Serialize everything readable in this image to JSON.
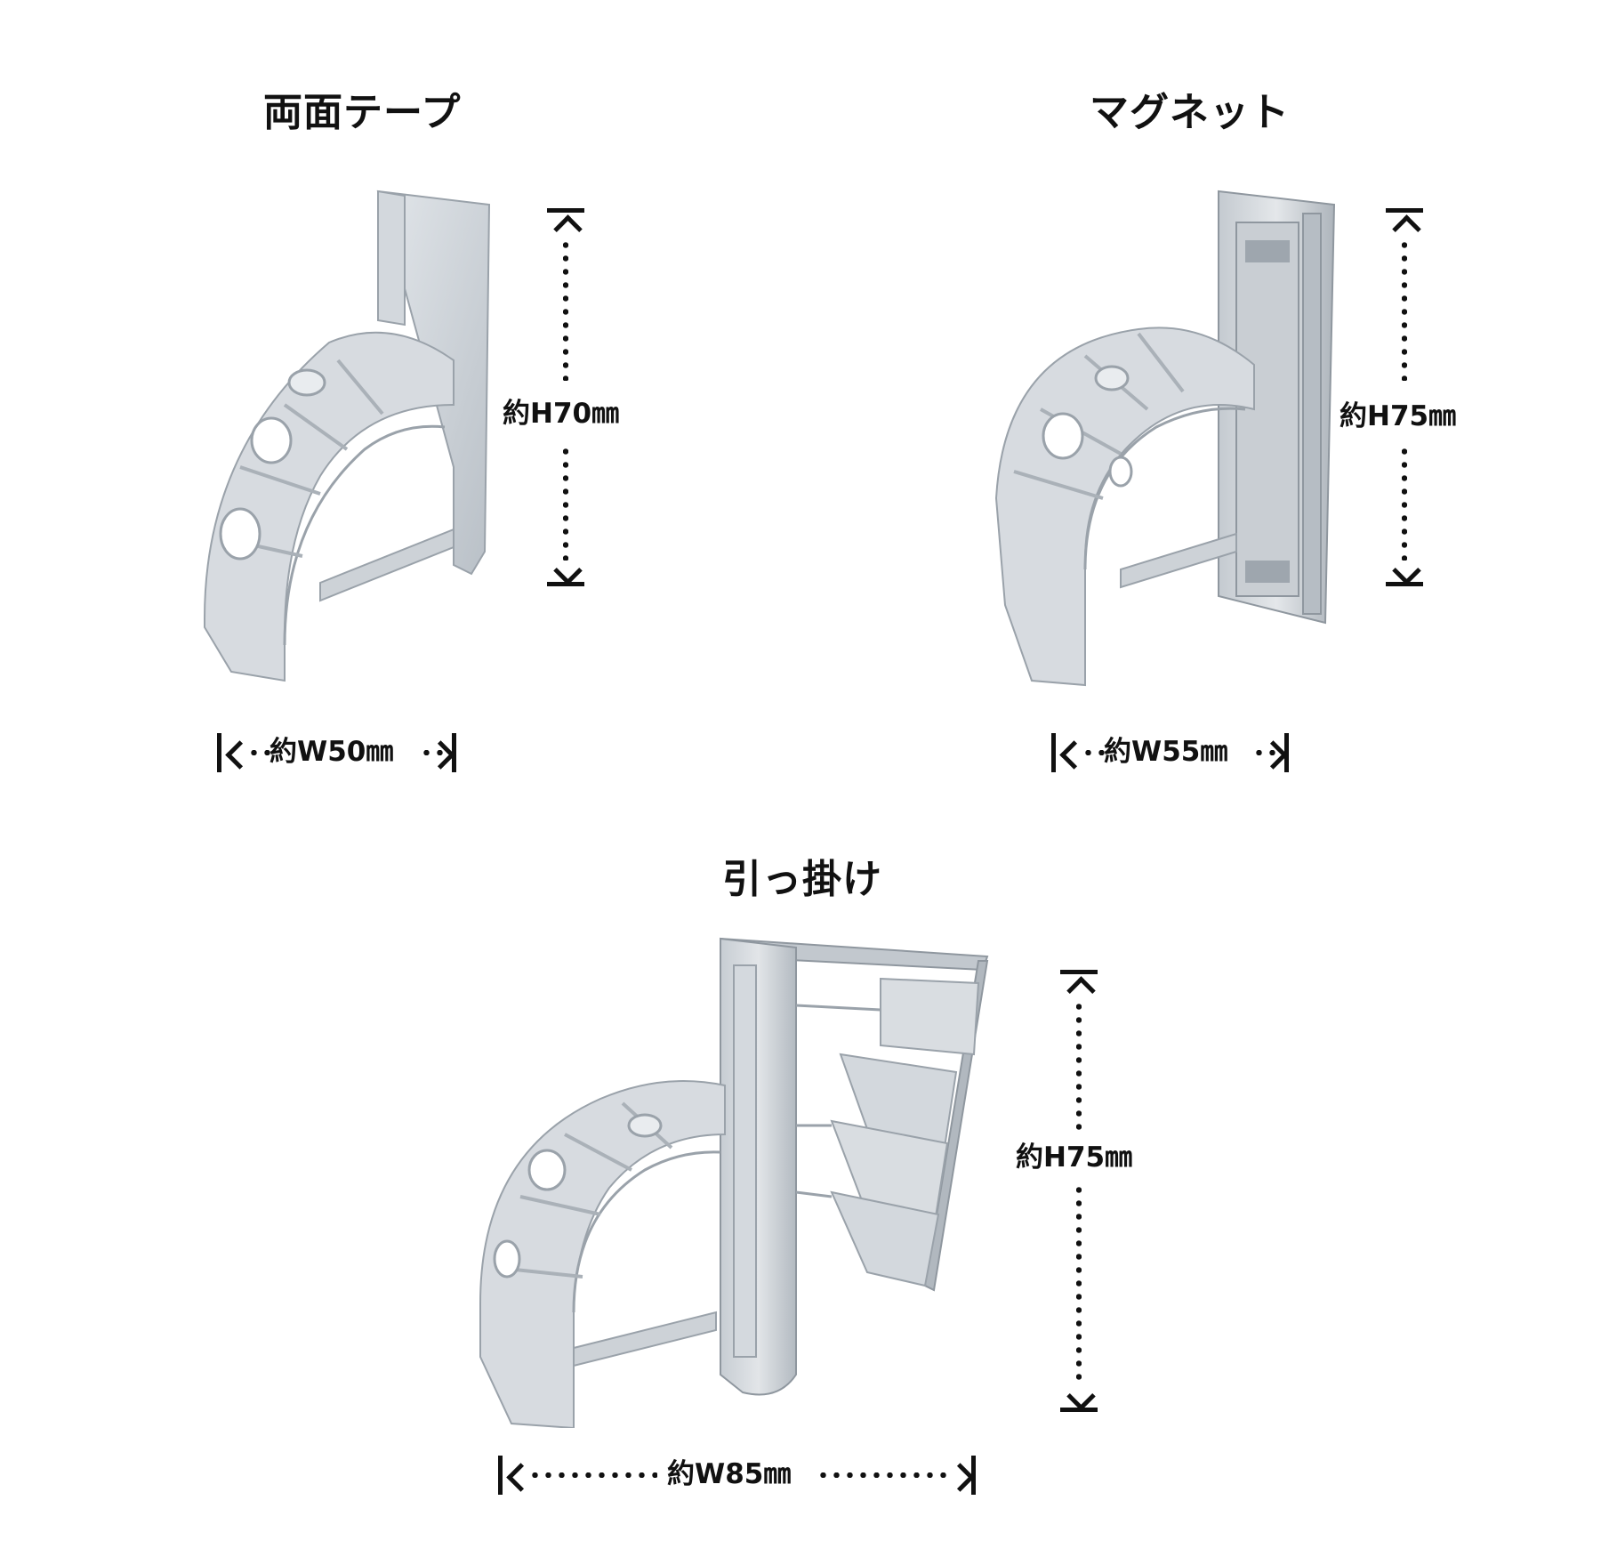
{
  "variants": [
    {
      "title": "両面テープ",
      "height_label": "約H70㎜",
      "width_label": "約W50㎜",
      "product_image": "clear-plastic-clip-double-sided-tape"
    },
    {
      "title": "マグネット",
      "height_label": "約H75㎜",
      "width_label": "約W55㎜",
      "product_image": "clear-plastic-clip-magnet"
    },
    {
      "title": "引っ掛け",
      "height_label": "約H75㎜",
      "width_label": "約W85㎜",
      "product_image": "clear-plastic-clip-hook"
    }
  ],
  "colors": {
    "background": "#ffffff",
    "text": "#111111",
    "plastic_fill": "#cfd4d9",
    "plastic_edge": "#9aa2aa"
  }
}
